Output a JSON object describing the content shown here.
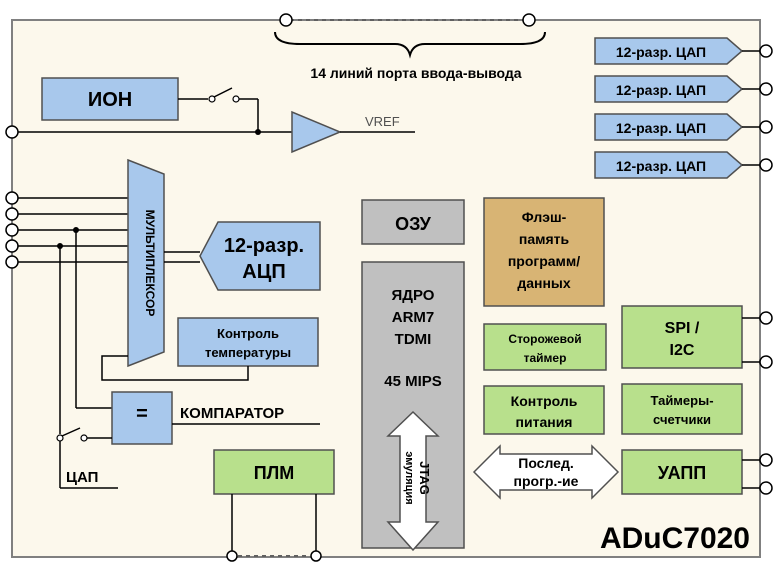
{
  "chip_name": "ADuC7020",
  "io_port": {
    "label": "14 линий порта ввода-вывода"
  },
  "vref_label": "VREF",
  "blocks": {
    "ion": "ИОН",
    "dac_channels": [
      "12-разр. ЦАП",
      "12-разр. ЦАП",
      "12-разр. ЦАП",
      "12-разр. ЦАП"
    ],
    "multiplexer": "МУЛЬТИПЛЕКСОР",
    "adc": {
      "line1": "12-разр.",
      "line2": "АЦП"
    },
    "temp_control": {
      "line1": "Контроль",
      "line2": "температуры"
    },
    "ram": "ОЗУ",
    "flash": {
      "line1": "Флэш-",
      "line2": "память",
      "line3": "программ/",
      "line4": "данных"
    },
    "core": {
      "line1": "ЯДРО",
      "line2": "ARM7",
      "line3": "TDMI",
      "line4": "45 MIPS"
    },
    "jtag": {
      "line1": "JTAG",
      "line2": "эмуляция"
    },
    "watchdog": {
      "line1": "Сторожевой",
      "line2": "таймер"
    },
    "power_control": {
      "line1": "Контроль",
      "line2": "питания"
    },
    "spi_i2c": {
      "line1": "SPI /",
      "line2": "I2C"
    },
    "timers": {
      "line1": "Таймеры-",
      "line2": "счетчики"
    },
    "serial_prog": {
      "line1": "Послед.",
      "line2": "прогр.-ие"
    },
    "uart": "УАПП",
    "comparator": {
      "symbol": "=",
      "label": "КОМПАРАТОР"
    },
    "dac_small": "ЦАП",
    "plm": "ПЛМ"
  },
  "colors": {
    "background": "#fcf8ec",
    "blue": "#a8c8ec",
    "green": "#b8e08c",
    "gray": "#c0c0c0",
    "tan": "#d8b474",
    "line": "#000000"
  }
}
